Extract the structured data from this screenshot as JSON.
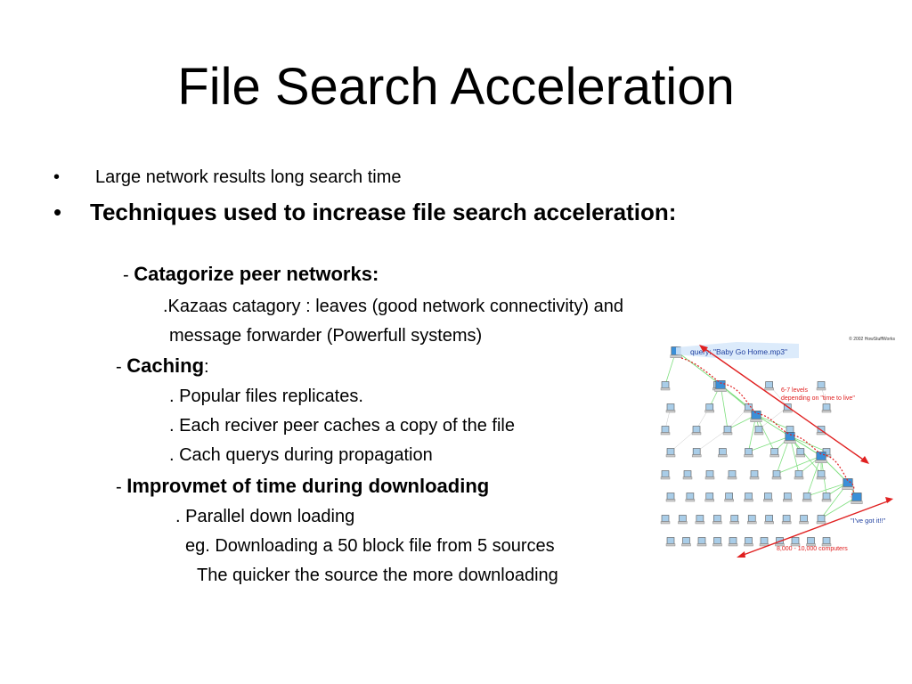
{
  "slide": {
    "title": "File Search Acceleration",
    "bullets": [
      {
        "marker": "•",
        "text": "Large network results long search time"
      },
      {
        "marker": "•",
        "text": "Techniques used to increase file search acceleration:"
      }
    ],
    "sections": [
      {
        "dash": "- ",
        "heading": "Catagorize peer networks:",
        "lines": [
          ".Kazaas catagory : leaves (good network connectivity) and",
          "message forwarder (Powerfull systems)"
        ]
      },
      {
        "dash": "- ",
        "heading": "Caching",
        "heading_suffix": ":",
        "lines": [
          ". Popular files replicates.",
          ". Each reciver peer caches a copy of the file",
          ". Cach querys during propagation"
        ]
      },
      {
        "dash": "- ",
        "heading": "Improvmet of time during downloading",
        "lines": [
          ". Parallel down loading",
          "eg. Downloading  a 50 block file from 5 sources",
          "The quicker the source the more downloading"
        ]
      }
    ]
  },
  "diagram": {
    "copyright": "© 2002 HowStuffWorks",
    "query_label": "query: \"Baby Go Home.mp3\"",
    "levels_label_1": "6-7 levels",
    "levels_label_2": "depending on \"time to live\"",
    "got_it_label": "\"I've got it!!\"",
    "computers_label": "8,000 - 10,000 computers",
    "colors": {
      "query_text": "#1f3f9f",
      "annotation_red": "#e02020",
      "edge_green": "#7fe07f",
      "computer_blue": "#3a8fd8"
    }
  }
}
